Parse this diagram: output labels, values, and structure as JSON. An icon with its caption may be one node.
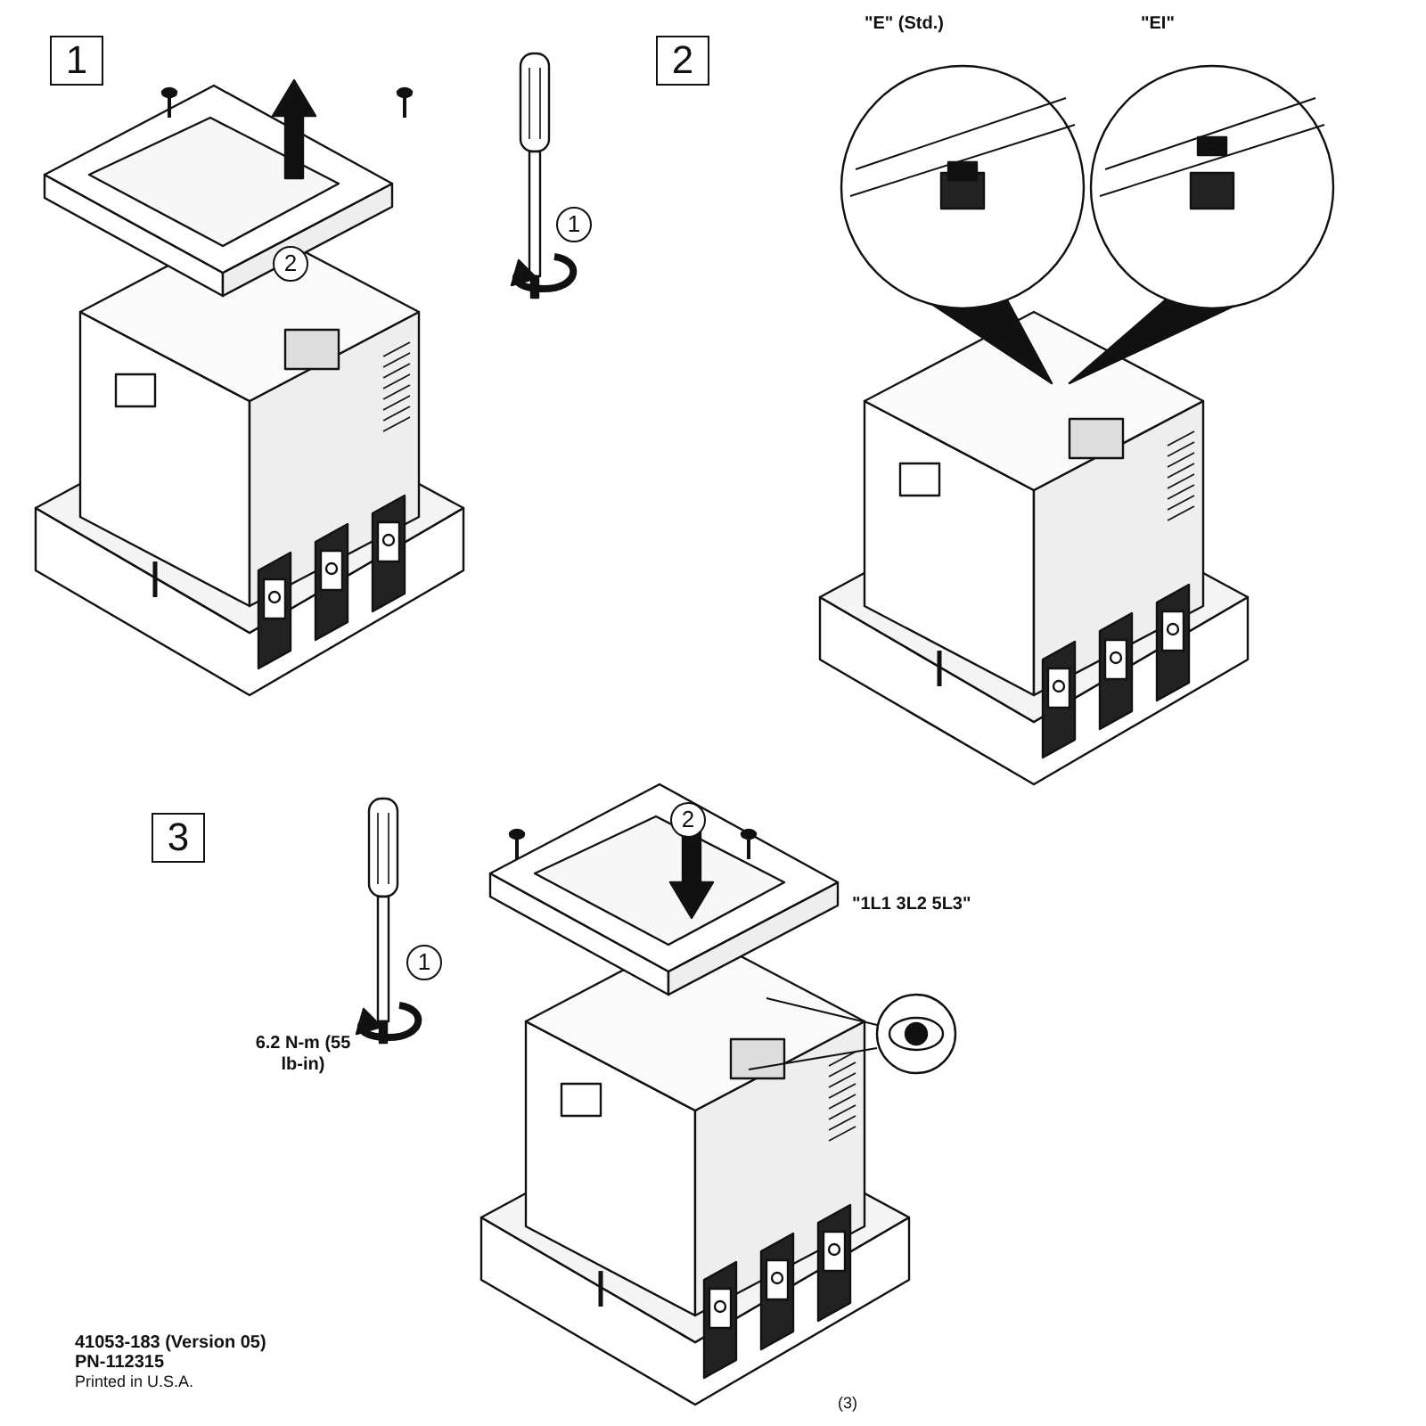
{
  "diagram": {
    "labels": [
      "1",
      "2",
      "\"E\" (Std.)",
      "\"EI\"",
      "1",
      "2",
      "3",
      "2",
      "\"1L1   3L2   5L3\"",
      "1",
      "6.2 N-m (55 lb-in)",
      "41053-183 (Version 05)",
      "PN-112315",
      "Printed in U.S.A.",
      "(3)"
    ]
  }
}
